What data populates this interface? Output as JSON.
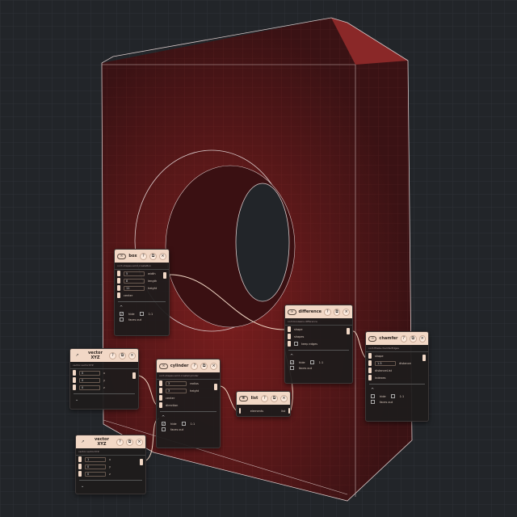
{
  "colors": {
    "background": "#222529",
    "shape": "#6b1a1a",
    "node_header": "#f2d8c6",
    "wire": "#f2d8c6"
  },
  "buttons": {
    "help": "?",
    "copy": "⧉",
    "close": "×"
  },
  "common": {
    "hide": "hide",
    "v1": "1:1",
    "faces": "faces out"
  },
  "nodes": {
    "box": {
      "title": "box",
      "subtitle": "occt.shapes.solid.createBox",
      "inputs": [
        {
          "label": "width",
          "value": "5"
        },
        {
          "label": "length",
          "value": "8"
        },
        {
          "label": "height",
          "value": "11"
        },
        {
          "label": "center"
        }
      ],
      "hide": true
    },
    "difference": {
      "title": "difference",
      "subtitle": "occt.booleans.difference",
      "inputs": [
        "shape",
        "shapes",
        "keep edges"
      ],
      "hide": true
    },
    "chamfer": {
      "title": "chamfer",
      "subtitle": "occt.fillets.chamferEdges",
      "inputs": [
        {
          "label": "shape"
        },
        {
          "label": "distance",
          "value": "1.5"
        },
        {
          "label": "distanceList"
        },
        {
          "label": "indexes"
        }
      ],
      "hide": false
    },
    "cylinder": {
      "title": "cylinder",
      "subtitle": "occt.shapes.solid.createCylinder",
      "inputs": [
        {
          "label": "radius",
          "value": "3"
        },
        {
          "label": "height",
          "value": "3"
        },
        {
          "label": "center"
        },
        {
          "label": "direction"
        }
      ],
      "hide": true
    },
    "list": {
      "title": "list",
      "input": "elements",
      "output": "list"
    },
    "vector1": {
      "title": "vector XYZ",
      "subtitle": "vector.vectorXYZ",
      "inputs": [
        {
          "label": "x",
          "value": "0"
        },
        {
          "label": "y",
          "value": "0"
        },
        {
          "label": "z",
          "value": "0"
        }
      ]
    },
    "vector2": {
      "title": "vector XYZ",
      "subtitle": "vector.vectorXYZ",
      "inputs": [
        {
          "label": "x",
          "value": "1"
        },
        {
          "label": "y",
          "value": "0"
        },
        {
          "label": "z",
          "value": "0"
        }
      ]
    }
  }
}
